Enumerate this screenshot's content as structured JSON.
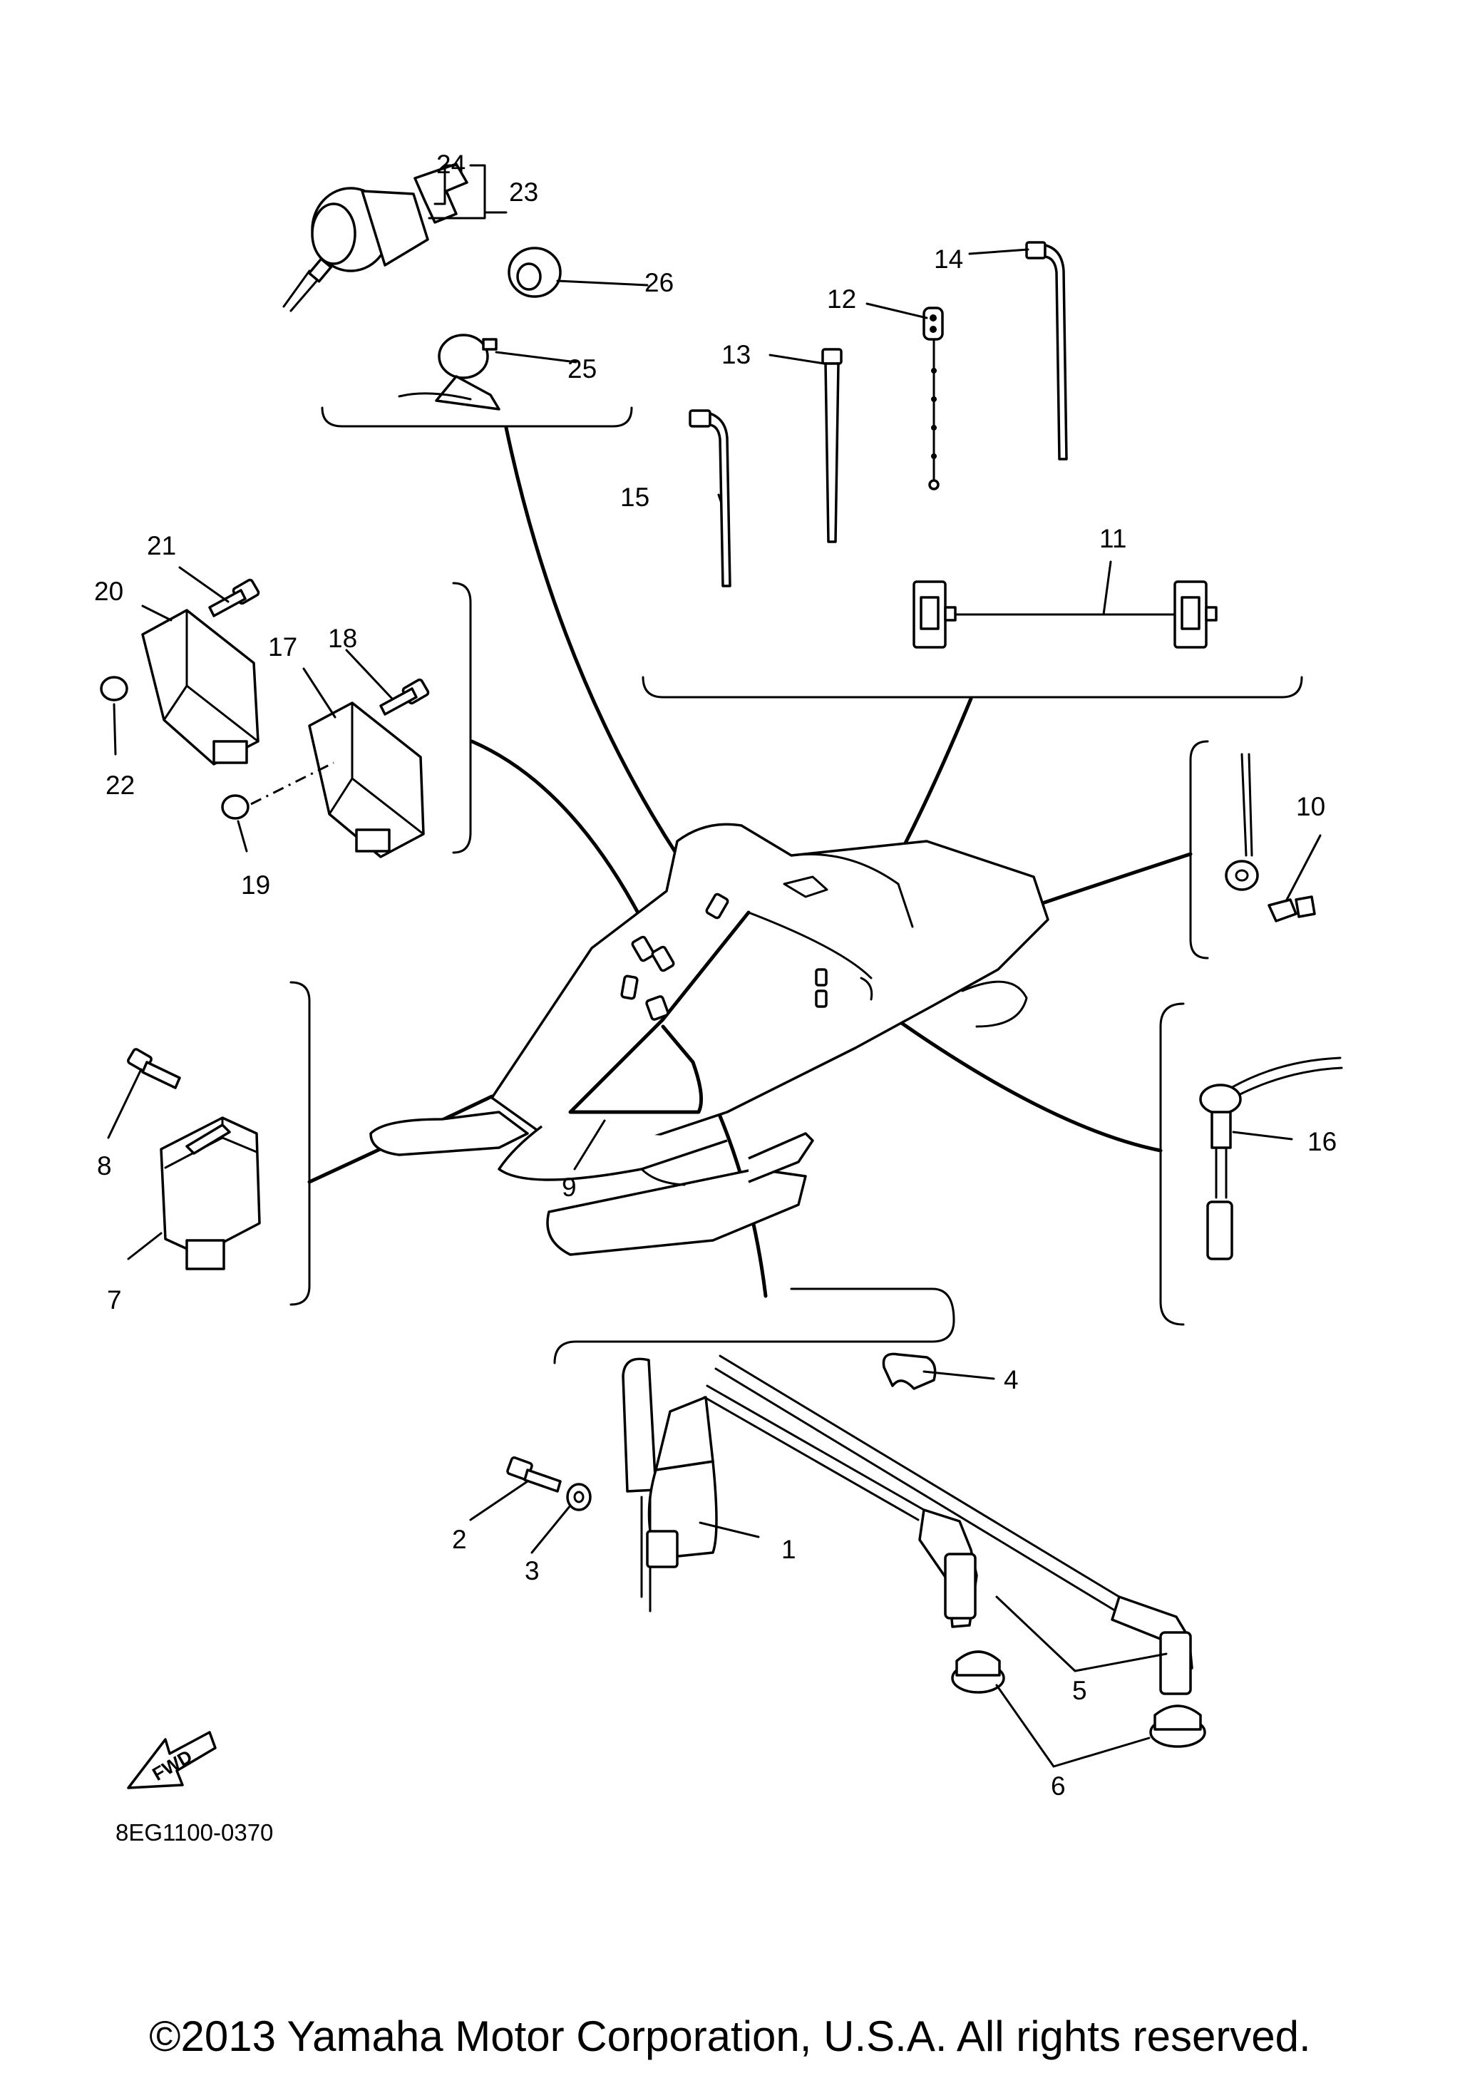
{
  "diagram": {
    "drawing_code": "8EG1100-0370",
    "direction_label": "FWD",
    "copyright": "©2013 Yamaha Motor Corporation, U.S.A. All rights reserved.",
    "callouts": [
      {
        "id": "1",
        "label": "1"
      },
      {
        "id": "2",
        "label": "2"
      },
      {
        "id": "3",
        "label": "3"
      },
      {
        "id": "4",
        "label": "4"
      },
      {
        "id": "5",
        "label": "5"
      },
      {
        "id": "6",
        "label": "6"
      },
      {
        "id": "7",
        "label": "7"
      },
      {
        "id": "8",
        "label": "8"
      },
      {
        "id": "9",
        "label": "9"
      },
      {
        "id": "10",
        "label": "10"
      },
      {
        "id": "11",
        "label": "11"
      },
      {
        "id": "12",
        "label": "12"
      },
      {
        "id": "13",
        "label": "13"
      },
      {
        "id": "14",
        "label": "14"
      },
      {
        "id": "15",
        "label": "15"
      },
      {
        "id": "16",
        "label": "16"
      },
      {
        "id": "17",
        "label": "17"
      },
      {
        "id": "18",
        "label": "18"
      },
      {
        "id": "19",
        "label": "19"
      },
      {
        "id": "20",
        "label": "20"
      },
      {
        "id": "21",
        "label": "21"
      },
      {
        "id": "22",
        "label": "22"
      },
      {
        "id": "23",
        "label": "23"
      },
      {
        "id": "24",
        "label": "24"
      },
      {
        "id": "25",
        "label": "25"
      },
      {
        "id": "26",
        "label": "26"
      }
    ]
  }
}
